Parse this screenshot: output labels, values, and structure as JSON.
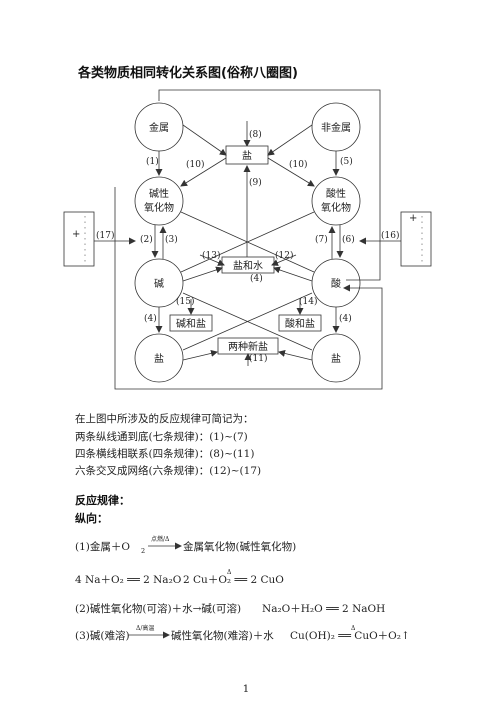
{
  "title": "各类物质相同转化关系图(俗称八圈图)",
  "diagram": {
    "nodes": {
      "metal": "金属",
      "nonmetal": "非金属",
      "basic_oxide": [
        "碱性",
        "氧化物"
      ],
      "acidic_oxide": [
        "酸性",
        "氧化物"
      ],
      "base": "碱",
      "acid": "酸",
      "salt_left": "盐",
      "salt_right": "盐"
    },
    "boxes": {
      "salt_top": "盐",
      "salt_water": "盐和水",
      "base_salt": "碱和盐",
      "acid_salt": "酸和盐",
      "two_new_salts": "两种新盐"
    },
    "side_plus": "+",
    "labels": {
      "l1": "(1)",
      "l2": "(2)",
      "l3": "(3)",
      "l4a": "(4)",
      "l4b": "(4)",
      "l4c": "(4)",
      "l5": "(5)",
      "l6": "(6)",
      "l7": "(7)",
      "l8": "(8)",
      "l9": "(9)",
      "l10a": "(10)",
      "l10b": "(10)",
      "l11": "(11)",
      "l12": "(12)",
      "l13": "(13)",
      "l14": "(14)",
      "l15": "(15)",
      "l16": "(16)",
      "l17": "(17)"
    }
  },
  "summary": [
    "在上图中所涉及的反应规律可简记为：",
    "两条纵线通到底(七条规律)：(1)~(7)",
    "四条横线相联系(四条规律)：(8)~(11)",
    "六条交叉成网络(六条规律)：(12)~(17)"
  ],
  "section_heading": "反应规律：",
  "subheading": "纵向：",
  "rule1": {
    "prefix": "(1)金属＋O",
    "sub": "2",
    "condition": "点燃/Δ",
    "result": "金属氧化物(碱性氧化物)"
  },
  "eq_line1": {
    "eq1": "4 Na＋O₂ ══ 2 Na₂O",
    "eq2": "2 Cu＋O₂ ══ 2 CuO",
    "delta": "Δ"
  },
  "rule2": {
    "text": "(2)碱性氧化物(可溶)＋水→碱(可溶)",
    "eq": "Na₂O＋H₂O ══ 2 NaOH"
  },
  "rule3": {
    "prefix": "(3)碱(难溶)",
    "condition": "Δ/高温",
    "result": "碱性氧化物(难溶)＋水",
    "eq": "Cu(OH)₂ ══ CuO＋O₂↑",
    "delta": "Δ"
  },
  "page_number": "1"
}
